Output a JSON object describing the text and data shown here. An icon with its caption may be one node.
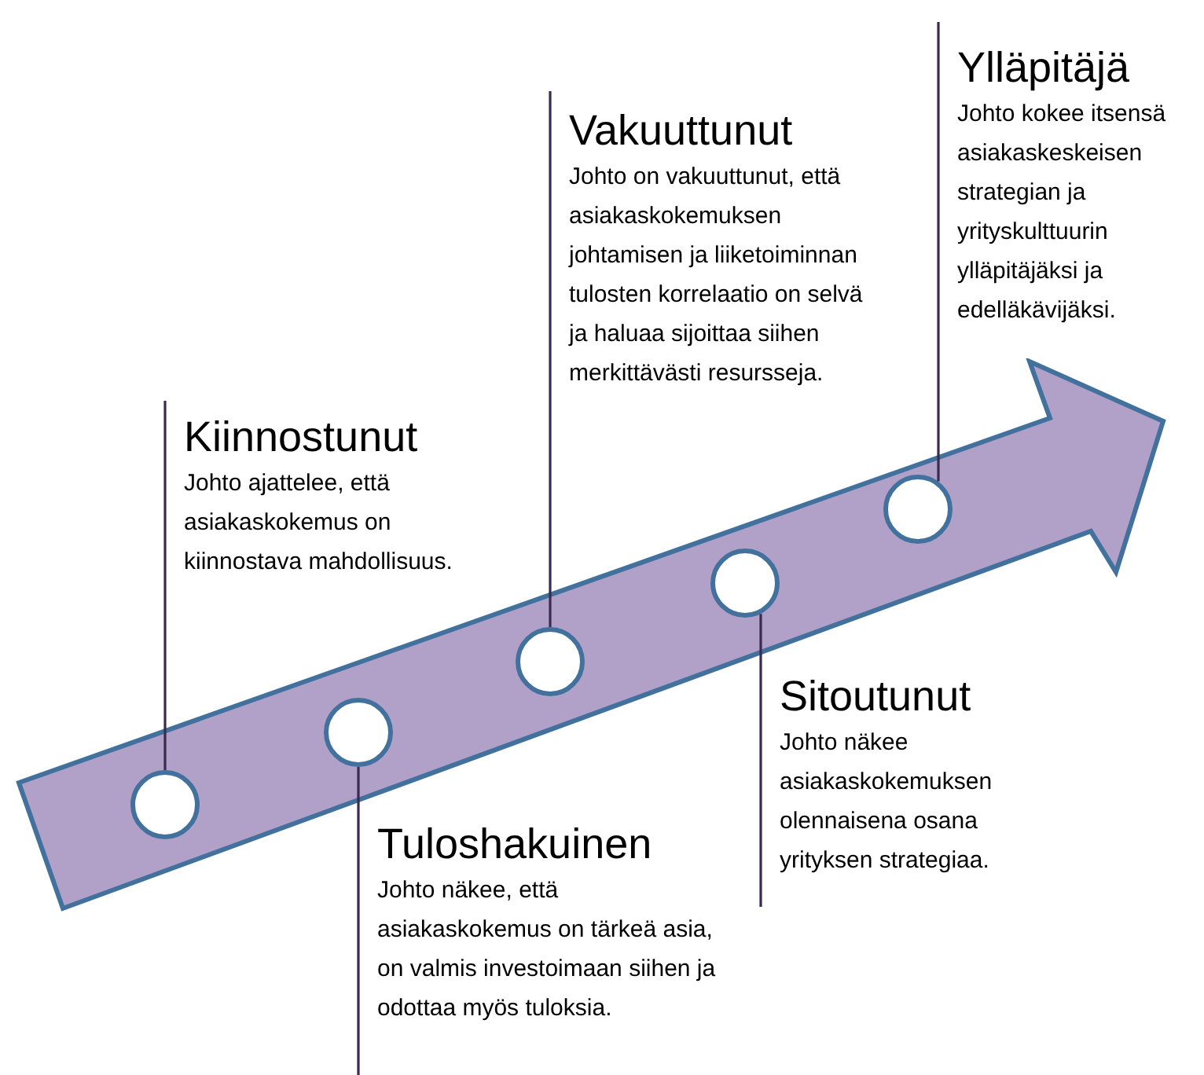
{
  "diagram": {
    "nodes": [
      {
        "text": [
          "Kiinnostunut",
          "Johto ajattelee, että asiakaskokemus on kiinnostava mahdollisuus."
        ]
      },
      {
        "text": [
          "Tuloshakuinen",
          "Johto näkee, että asiakaskokemus on tärkeä asia, on valmis investoimaan siihen ja odottaa myös tuloksia."
        ]
      },
      {
        "text": [
          "Vakuuttunut",
          "Johto on vakuuttunut, että asiakaskokemuksen johtamisen ja liiketoiminnan tulosten korrelaatio on selvä ja haluaa sijoittaa siihen merkittävästi resursseja."
        ]
      },
      {
        "text": [
          "Sitoutunut",
          "Johto näkee asiakaskokemuksen olennaisena osana yrityksen strategiaa."
        ]
      },
      {
        "text": [
          "Ylläpitäjä",
          "Johto kokee itsensä asiakaskeskeisen strategian ja yrityskulttuurin ylläpitäjäksi ja edelläkävijäksi."
        ]
      },
      {
        "text": [],
        "shape": "arrow"
      },
      {
        "text": [],
        "shape": "circle",
        "in": 5
      },
      {
        "text": [],
        "shape": "circle",
        "in": 5
      },
      {
        "text": [],
        "shape": "circle",
        "in": 5
      },
      {
        "text": [],
        "shape": "circle",
        "in": 5
      },
      {
        "text": [],
        "shape": "circle",
        "in": 5
      }
    ],
    "edges": [
      {
        "from": 0,
        "to": 6,
        "arrow": "none"
      },
      {
        "from": 1,
        "to": 7,
        "arrow": "none"
      },
      {
        "from": 2,
        "to": 8,
        "arrow": "none"
      },
      {
        "from": 3,
        "to": 9,
        "arrow": "none"
      },
      {
        "from": 4,
        "to": 10,
        "arrow": "none"
      }
    ]
  }
}
